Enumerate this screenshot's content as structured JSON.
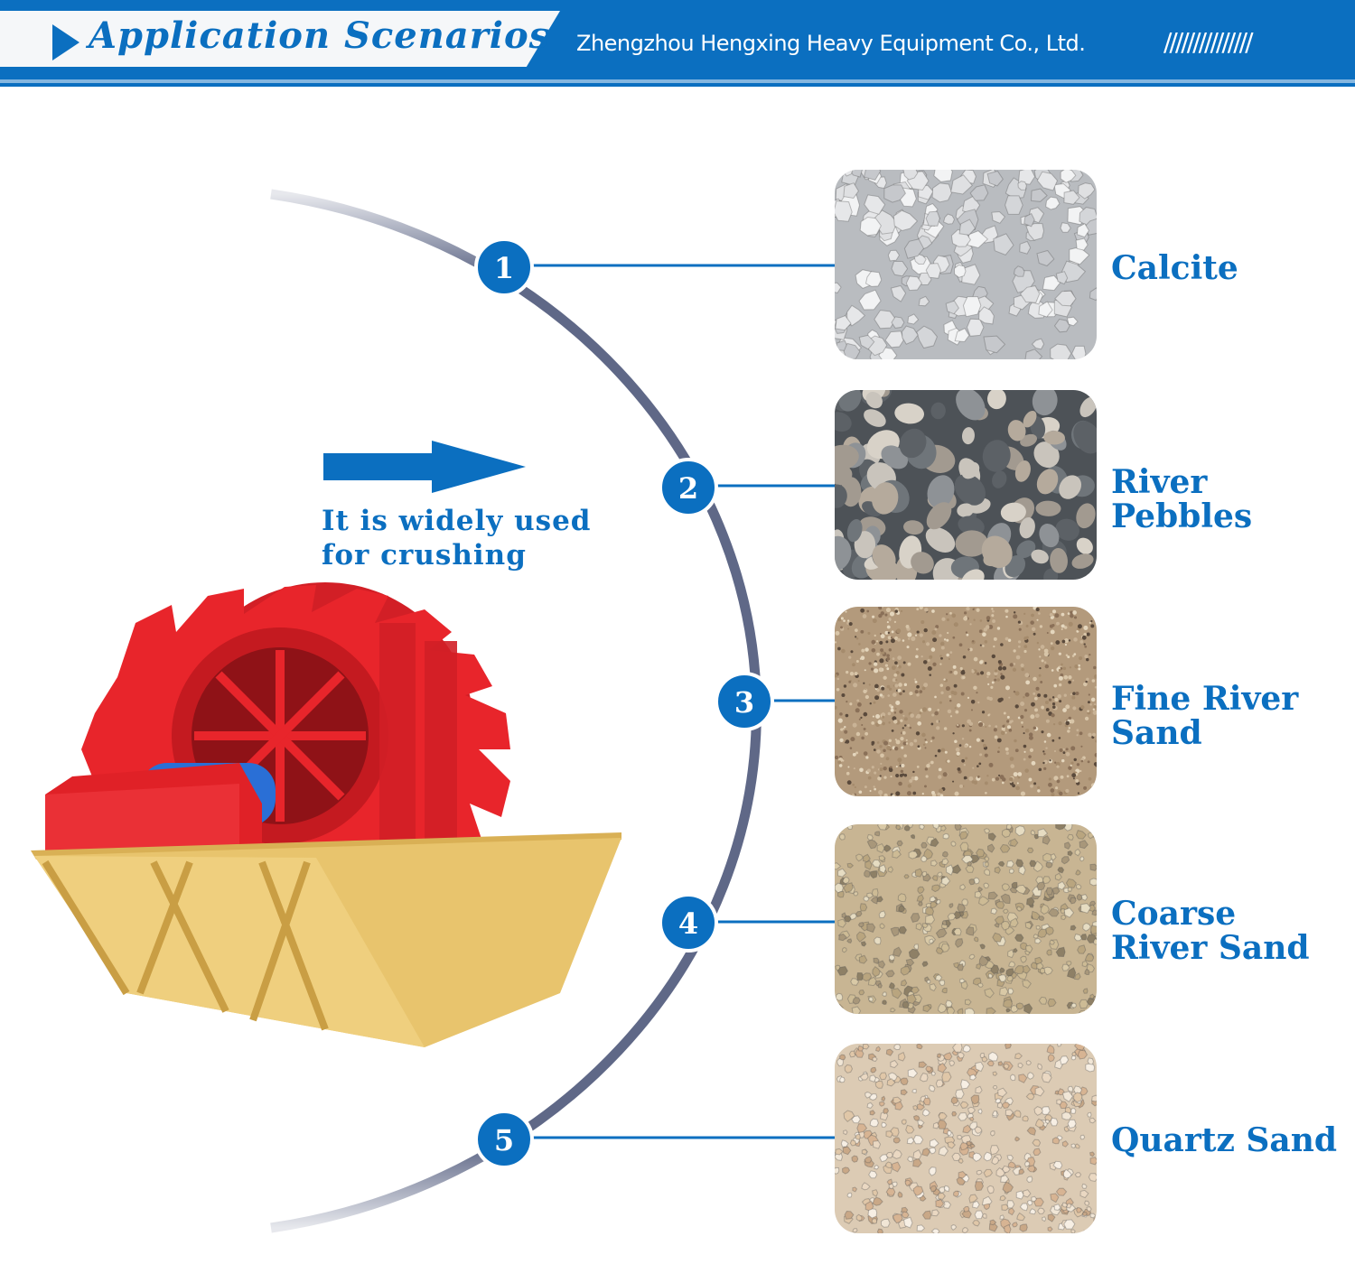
{
  "header": {
    "title": "Application Scenarios",
    "company": "Zhengzhou Hengxing Heavy Equipment Co., Ltd.",
    "decoration": "///////////////"
  },
  "intro": {
    "line1": "It is widely used",
    "line2": "for crushing"
  },
  "scenarios": [
    {
      "number": "1",
      "label_lines": [
        "Calcite"
      ]
    },
    {
      "number": "2",
      "label_lines": [
        "River",
        "Pebbles"
      ]
    },
    {
      "number": "3",
      "label_lines": [
        "Fine River",
        "Sand"
      ]
    },
    {
      "number": "4",
      "label_lines": [
        "Coarse",
        "River Sand"
      ]
    },
    {
      "number": "5",
      "label_lines": [
        "Quartz Sand"
      ]
    }
  ],
  "colors": {
    "brand_blue": "#0b6fc0",
    "arc_gray": "#5f6887",
    "wheel_red": "#e8252b",
    "tank_yellow": "#e8c46d"
  },
  "icons": [
    "play-triangle-icon",
    "right-arrow-icon"
  ]
}
